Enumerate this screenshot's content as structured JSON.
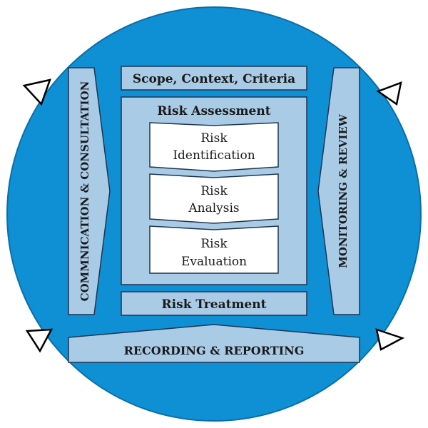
{
  "diagram": {
    "colors": {
      "circle": "#0f8fd4",
      "circle_edge": "#0a6fa8",
      "panel": "#a9cbe6",
      "panel_edge": "#1f3550",
      "box": "#ffffff",
      "text": "#1a1a1a",
      "arrowhead": "#ffffff"
    },
    "left_bar": {
      "label": "COMMNICATION & CONSULTATION"
    },
    "right_bar": {
      "label": "MONITORING & REVIEW"
    },
    "scope": {
      "label": "Scope, Context, Criteria"
    },
    "assessment": {
      "title": "Risk Assessment",
      "steps": [
        {
          "line1": "Risk",
          "line2": "Identification"
        },
        {
          "line1": "Risk",
          "line2": "Analysis"
        },
        {
          "line1": "Risk",
          "line2": "Evaluation"
        }
      ]
    },
    "treatment": {
      "label": "Risk Treatment"
    },
    "recording": {
      "label": "RECORDING & REPORTING"
    },
    "cycle_arrows": [
      "upper-left",
      "upper-right",
      "lower-left",
      "lower-right"
    ]
  }
}
